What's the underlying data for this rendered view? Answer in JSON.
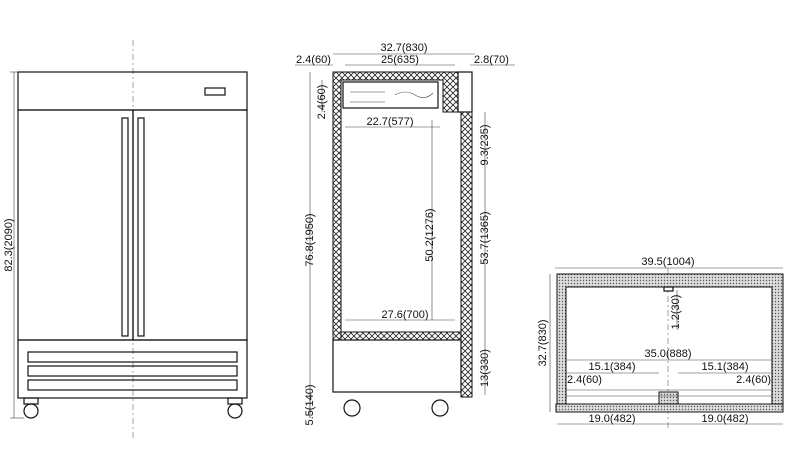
{
  "front_view": {
    "height": "82.3(2090)"
  },
  "side_view": {
    "overall_depth": "32.7(830)",
    "rear_gap": "2.4(60)",
    "interior_depth": "25(635)",
    "door_depth": "2.8(70)",
    "top_wall": "2.4(60)",
    "shelf_depth": "22.7(577)",
    "overall_height": "76.8(1950)",
    "interior_height": "50.2(1276)",
    "door_height": "53.7(1365)",
    "top_section": "9.3(235)",
    "bottom_depth": "27.6(700)",
    "base_height": "13(330)",
    "caster_height": "5.5(140)"
  },
  "plan_view": {
    "overall_width": "39.5(1004)",
    "overall_depth": "32.7(830)",
    "mullion_gap": "1.2(30)",
    "interior_width": "35.0(888)",
    "left_door_inner": "15.1(384)",
    "right_door_inner": "15.1(384)",
    "left_wall": "2.4(60)",
    "right_wall": "2.4(60)",
    "left_door": "19.0(482)",
    "right_door": "19.0(482)"
  }
}
